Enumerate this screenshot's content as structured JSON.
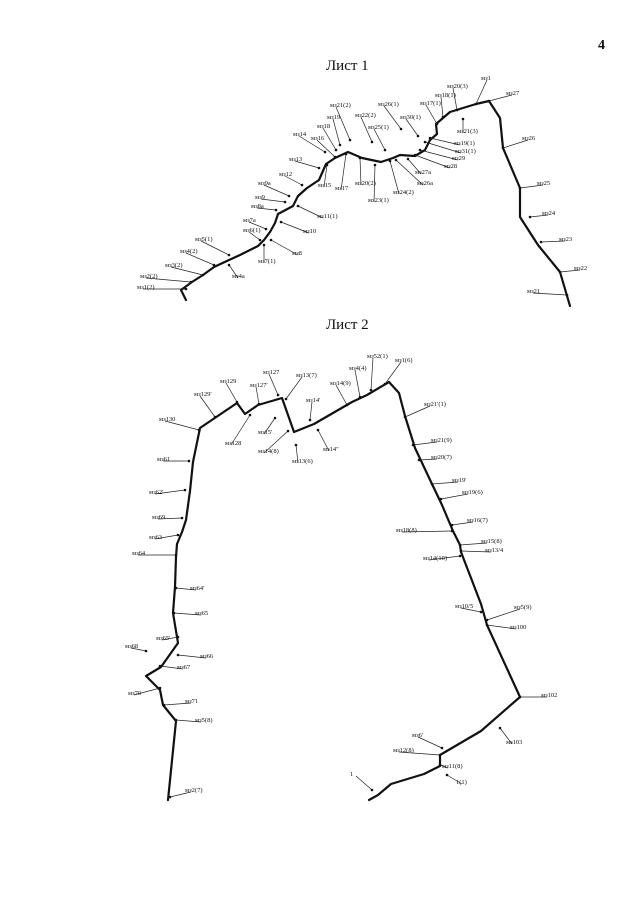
{
  "page_number": "4",
  "sheets": [
    {
      "title": "Лист 1",
      "labels": [
        "мз1",
        "мз27",
        "мз20(3)",
        "мз18(1)",
        "мз17(1)",
        "мз26(1)",
        "мз21(2)",
        "мз22(2)",
        "мз19",
        "мз18",
        "мз25(1)",
        "мз30(1)",
        "мз21(3)",
        "мз19(1)",
        "мз31(1)",
        "мз29",
        "мз28",
        "мз27а",
        "мз26а",
        "мз24(2)",
        "мз23(1)",
        "мз20(2)",
        "мз17",
        "мз15",
        "мз16",
        "мз14",
        "мз13",
        "мз12",
        "мз9а",
        "мз9",
        "мз8а",
        "мз11(1)",
        "мз10",
        "мз7а",
        "мз6(1)",
        "мз5(1)",
        "мз4(2)",
        "мз3(2)",
        "мз2(2)",
        "мз1(2)",
        "мз4а",
        "мз7(1)",
        "мз8",
        "мз26",
        "мз25",
        "мз24",
        "мз23",
        "мз22",
        "мз21"
      ]
    },
    {
      "title": "Лист 2",
      "labels": [
        "мз52(1)",
        "мз1(6)",
        "мз4(4)",
        "мз14(9)",
        "мз14'",
        "мз14\"",
        "мз13(6)",
        "мз14(8)",
        "мз13(7)",
        "мз127",
        "мз127'",
        "мз129",
        "мз15'",
        "мз128",
        "мз129'",
        "мз130",
        "мз61",
        "мз62'",
        "мз69",
        "мз63",
        "мз64",
        "мз64'",
        "мз65",
        "мз65'",
        "мз68",
        "мз67",
        "мз66",
        "мз70",
        "мз71",
        "мз5(8)",
        "мз2(7)",
        "мз21'(1)",
        "мз21(9)",
        "мз20(7)",
        "мз19'",
        "мз19(6)",
        "мз16(7)",
        "мз18(8)",
        "мз15(8)",
        "мз13/4",
        "мз14(10)",
        "мз10/5",
        "мз5(9)",
        "мз100",
        "мз102",
        "мз103",
        "мз6'",
        "мз12(8)",
        "мз11(8)",
        "1",
        "1(1)"
      ]
    }
  ]
}
